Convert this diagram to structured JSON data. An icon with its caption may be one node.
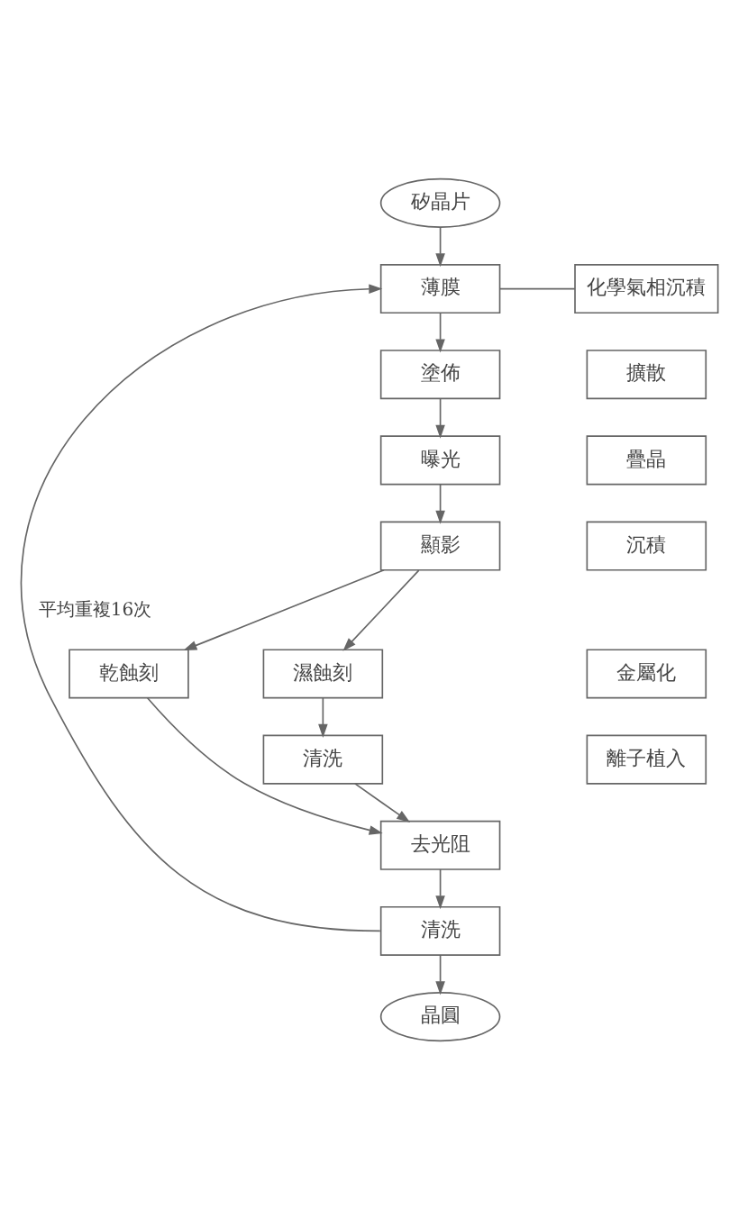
{
  "diagram": {
    "nodes": [
      {
        "text": [
          "矽晶片"
        ]
      },
      {
        "text": [
          "薄膜"
        ]
      },
      {
        "text": [
          "塗佈"
        ]
      },
      {
        "text": [
          "曝光"
        ]
      },
      {
        "text": [
          "顯影"
        ]
      },
      {
        "text": [
          "乾蝕刻"
        ]
      },
      {
        "text": [
          "濕蝕刻"
        ]
      },
      {
        "text": [
          "清洗"
        ]
      },
      {
        "text": [
          "去光阻"
        ]
      },
      {
        "text": [
          "清洗"
        ]
      },
      {
        "text": [
          "晶圓"
        ]
      },
      {
        "text": [
          "化學氣相沉積"
        ]
      },
      {
        "text": [
          "擴散"
        ]
      },
      {
        "text": [
          "疊晶"
        ]
      },
      {
        "text": [
          "沉積"
        ]
      },
      {
        "text": [
          "金屬化"
        ]
      },
      {
        "text": [
          "離子植入"
        ]
      }
    ],
    "edges": [
      {
        "from": 0,
        "to": 1,
        "arrow": "to"
      },
      {
        "from": 1,
        "to": 2,
        "arrow": "to"
      },
      {
        "from": 2,
        "to": 3,
        "arrow": "to"
      },
      {
        "from": 3,
        "to": 4,
        "arrow": "to"
      },
      {
        "from": 4,
        "to": 5,
        "arrow": "to"
      },
      {
        "from": 4,
        "to": 6,
        "arrow": "to"
      },
      {
        "from": 6,
        "to": 7,
        "arrow": "to"
      },
      {
        "from": 5,
        "to": 8,
        "arrow": "to"
      },
      {
        "from": 7,
        "to": 8,
        "arrow": "to"
      },
      {
        "from": 8,
        "to": 9,
        "arrow": "to"
      },
      {
        "from": 9,
        "to": 10,
        "arrow": "to"
      },
      {
        "from": 9,
        "to": 1,
        "arrow": "to",
        "label": "平均重複16次"
      },
      {
        "from": 1,
        "to": 11,
        "arrow": "none"
      }
    ]
  }
}
